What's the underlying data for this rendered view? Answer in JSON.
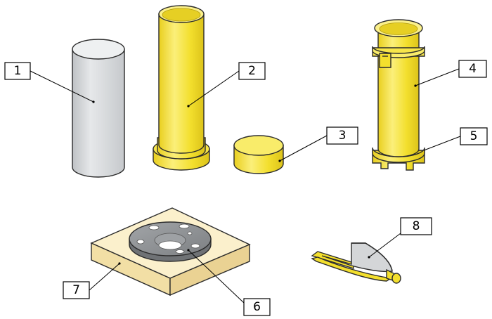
{
  "colors": {
    "gray_cylinder": "#d4d6d8",
    "yellow_part": "#f3df2d",
    "yellow_highlight": "#fbf08a",
    "yellow_shadow": "#d8bf1a",
    "wood_block": "#f7e7b8",
    "plate_gray": "#8b8e91"
  },
  "labels": [
    {
      "id": "1",
      "text": "1"
    },
    {
      "id": "2",
      "text": "2"
    },
    {
      "id": "3",
      "text": "3"
    },
    {
      "id": "4",
      "text": "4"
    },
    {
      "id": "5",
      "text": "5"
    },
    {
      "id": "6",
      "text": "6"
    },
    {
      "id": "7",
      "text": "7"
    },
    {
      "id": "8",
      "text": "8"
    }
  ]
}
